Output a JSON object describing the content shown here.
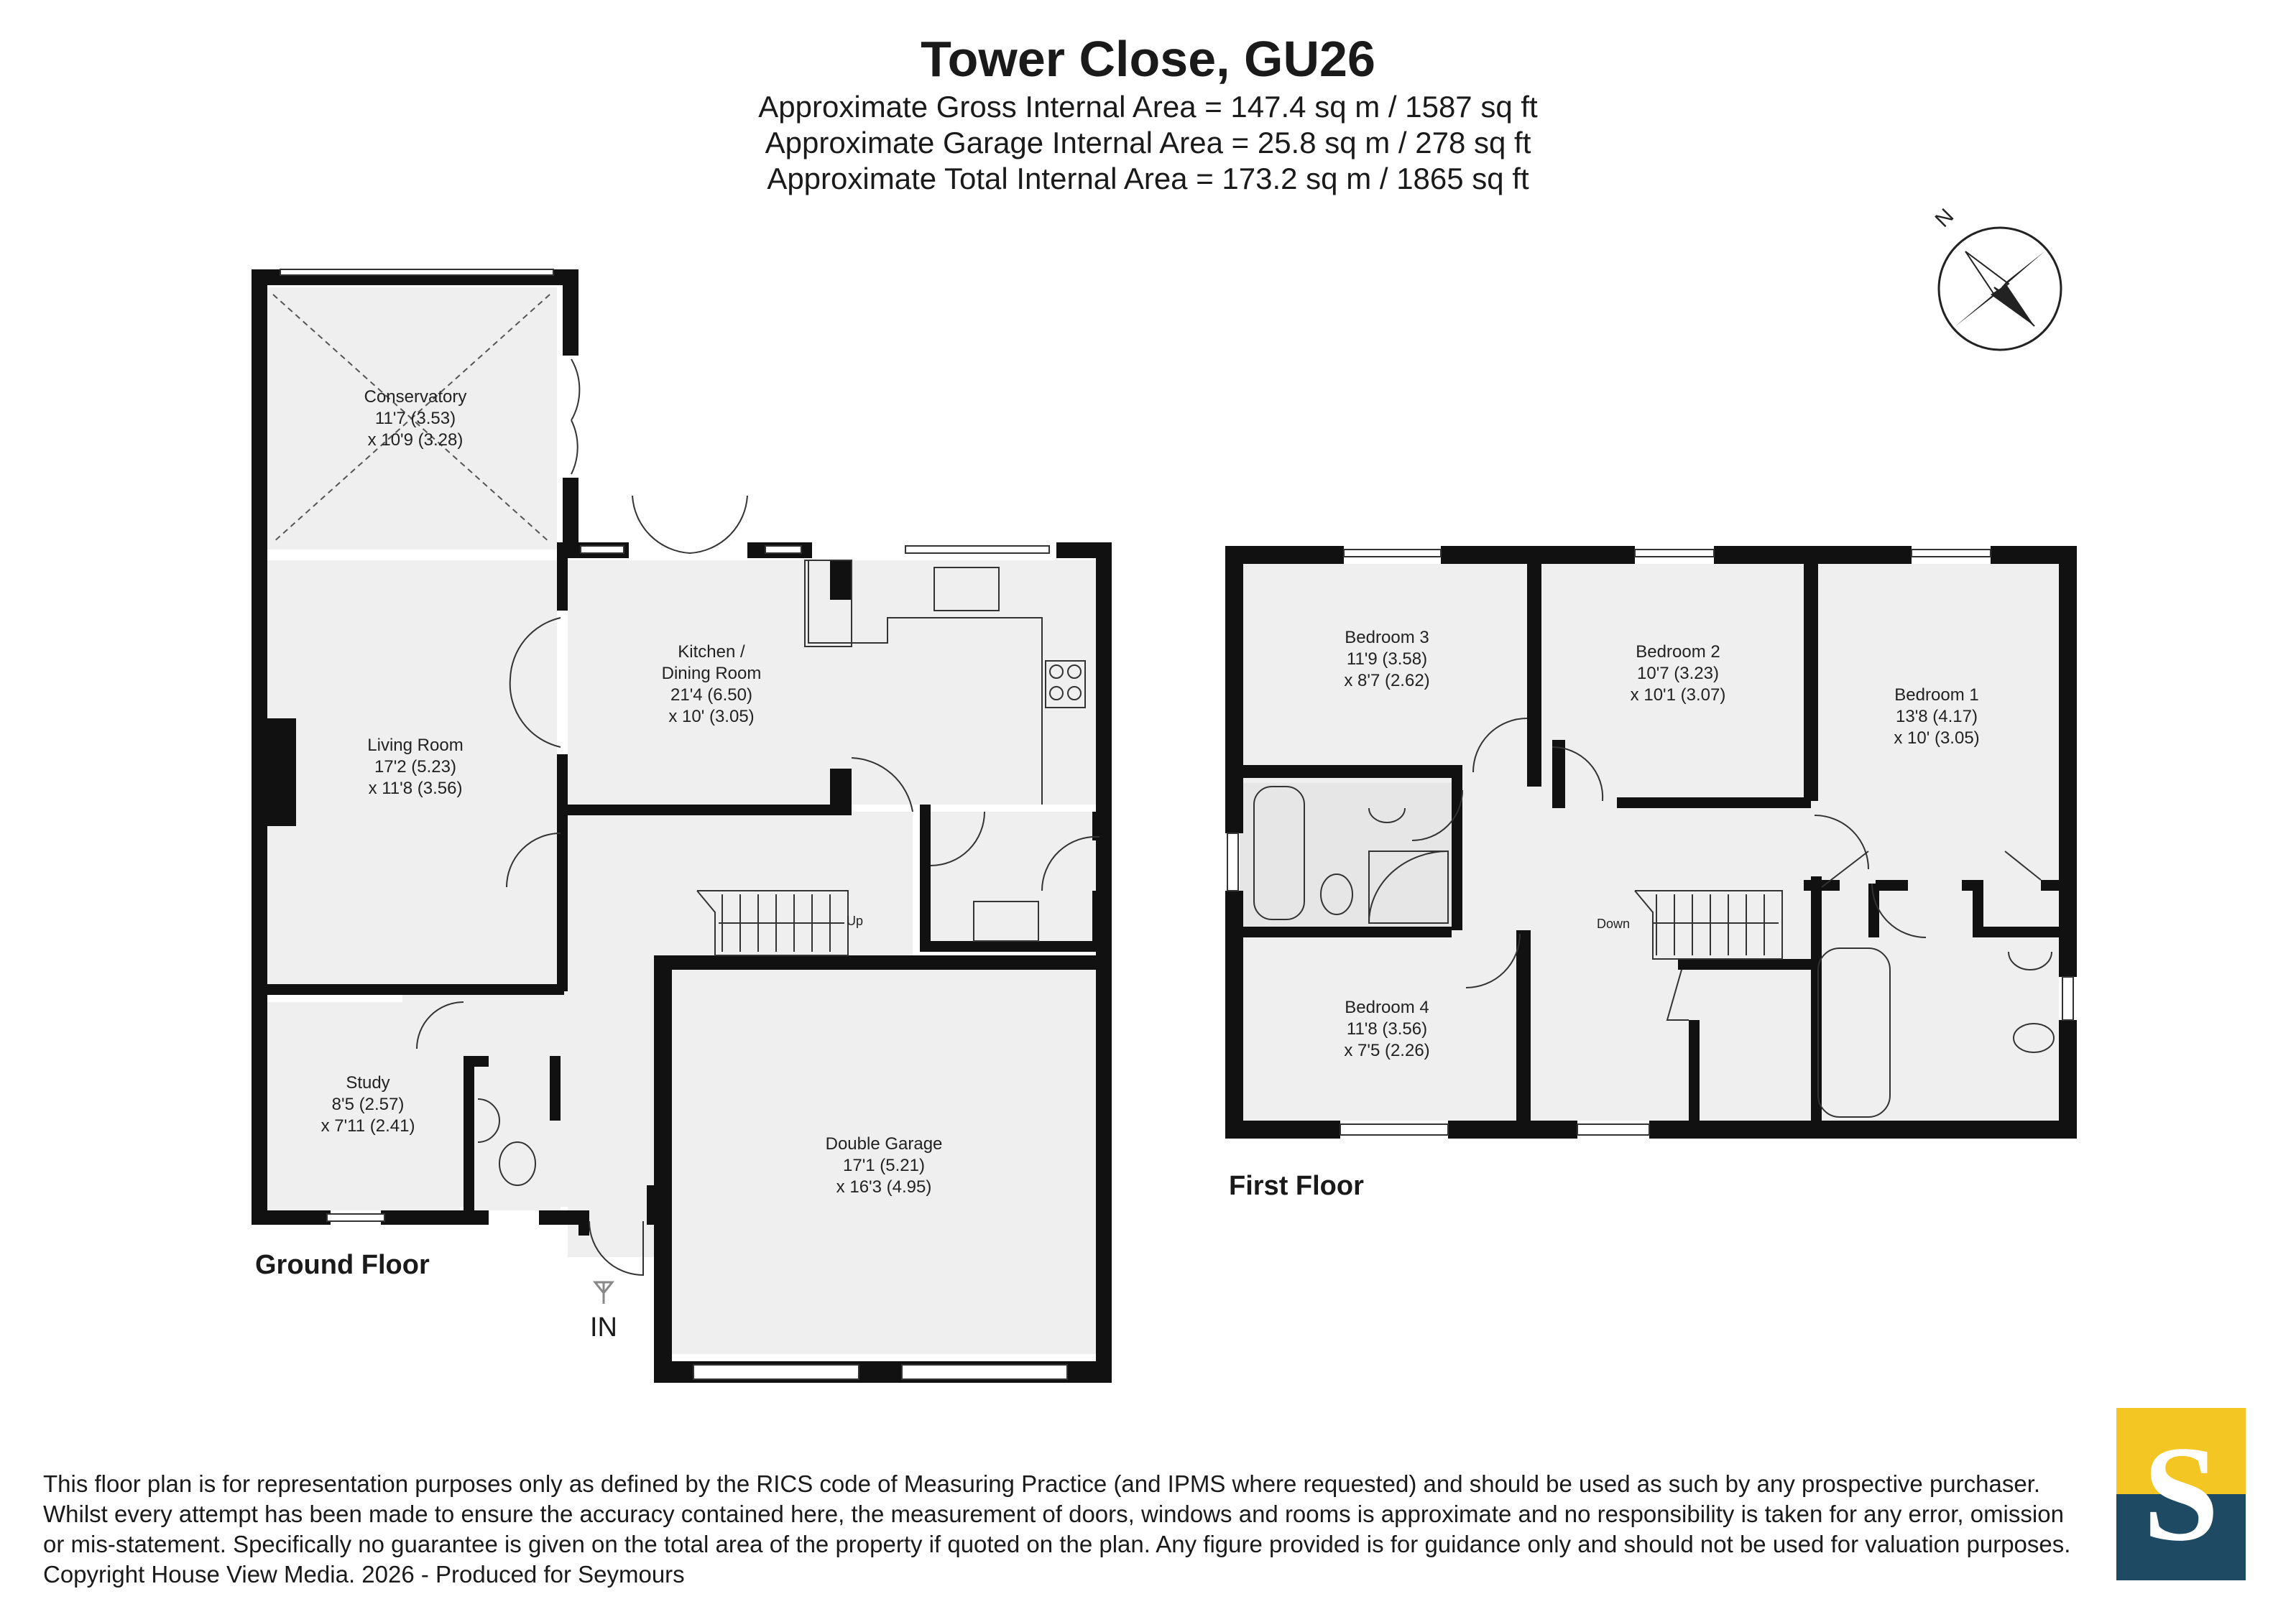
{
  "header": {
    "title": "Tower Close, GU26",
    "area_lines": [
      "Approximate Gross Internal Area = 147.4 sq m / 1587 sq ft",
      "Approximate Garage Internal Area = 25.8 sq m / 278 sq ft",
      "Approximate Total Internal Area = 173.2 sq m / 1865 sq ft"
    ]
  },
  "compass": {
    "north_label": "N"
  },
  "ground_floor": {
    "label": "Ground Floor",
    "entrance_label": "IN",
    "stairs_label": "Up",
    "rooms": {
      "conservatory": {
        "name": "Conservatory",
        "dim1": "11'7 (3.53)",
        "dim2": "x 10'9 (3.28)"
      },
      "living_room": {
        "name": "Living Room",
        "dim1": "17'2 (5.23)",
        "dim2": "x 11'8 (3.56)"
      },
      "kitchen": {
        "name1": "Kitchen /",
        "name2": "Dining Room",
        "dim1": "21'4 (6.50)",
        "dim2": "x 10' (3.05)"
      },
      "study": {
        "name": "Study",
        "dim1": "8'5 (2.57)",
        "dim2": "x 7'11 (2.41)"
      },
      "garage": {
        "name": "Double Garage",
        "dim1": "17'1 (5.21)",
        "dim2": "x 16'3 (4.95)"
      }
    }
  },
  "first_floor": {
    "label": "First Floor",
    "stairs_label": "Down",
    "rooms": {
      "bedroom3": {
        "name": "Bedroom 3",
        "dim1": "11'9 (3.58)",
        "dim2": "x 8'7 (2.62)"
      },
      "bedroom2": {
        "name": "Bedroom 2",
        "dim1": "10'7 (3.23)",
        "dim2": "x 10'1 (3.07)"
      },
      "bedroom1": {
        "name": "Bedroom 1",
        "dim1": "13'8 (4.17)",
        "dim2": "x 10' (3.05)"
      },
      "bedroom4": {
        "name": "Bedroom 4",
        "dim1": "11'8 (3.56)",
        "dim2": "x 7'5 (2.26)"
      }
    }
  },
  "disclaimer": "This floor plan is for representation purposes only as defined by the RICS code of Measuring Practice (and IPMS where requested) and should be used as such by any prospective purchaser. Whilst every attempt has been made to ensure the accuracy contained here, the measurement of doors, windows and rooms is approximate and no responsibility is taken for any error, omission or mis-statement. Specifically no guarantee is given on the total area of the property if quoted on the plan. Any figure provided is for guidance only and should not be used for valuation purposes. Copyright House View Media. 2026 - Produced for Seymours",
  "logo": {
    "letter": "S",
    "top_color": "#f4c623",
    "bottom_color": "#1f4a63"
  }
}
